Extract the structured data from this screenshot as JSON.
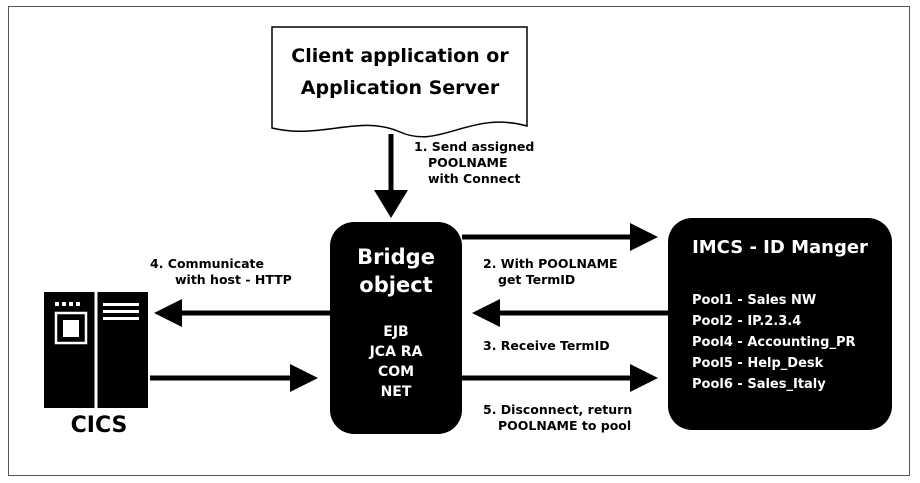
{
  "client": {
    "lines": [
      "Client application or",
      "Application Server"
    ]
  },
  "steps": {
    "step1": [
      "1. Send assigned",
      "POOLNAME",
      "with Connect"
    ],
    "step2": [
      "2. With POOLNAME",
      "get TermID"
    ],
    "step3": "3. Receive TermID",
    "step4": [
      "4. Communicate",
      "with host - HTTP"
    ],
    "step5": [
      "5. Disconnect, return",
      "POOLNAME to pool"
    ]
  },
  "bridge": {
    "title": [
      "Bridge",
      "object"
    ],
    "items": [
      "EJB",
      "JCA RA",
      "COM",
      "NET"
    ]
  },
  "imcs": {
    "title": "IMCS - ID Manger",
    "pools": [
      "Pool1 - Sales NW",
      "Pool2 - IP.2.3.4",
      "Pool4 - Accounting_PR",
      "Pool5 - Help_Desk",
      "Pool6 - Sales_Italy"
    ]
  },
  "host": {
    "label": "CICS"
  },
  "colors": {
    "box_fill": "#000000",
    "box_text": "#ffffff",
    "frame": "#555555"
  }
}
